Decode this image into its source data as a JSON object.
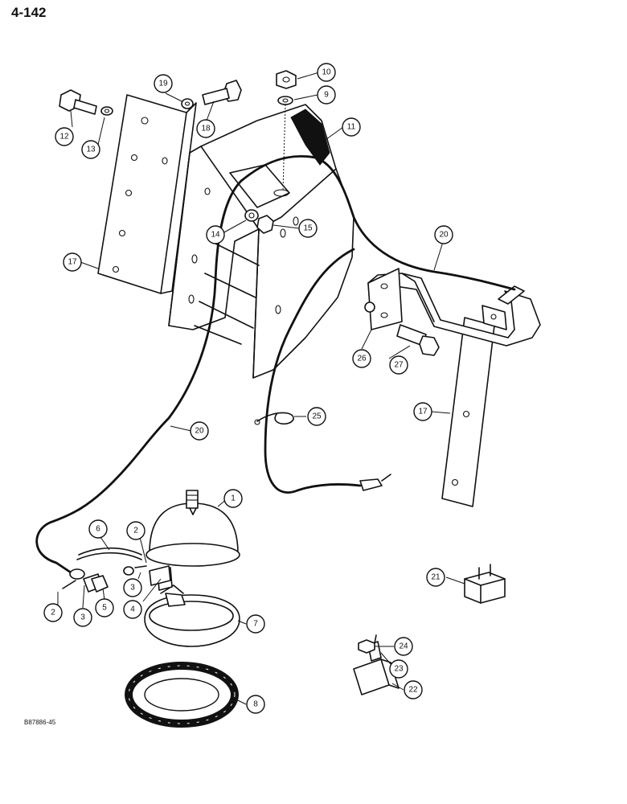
{
  "page": {
    "title": "4-142",
    "drawing_code": "B87886-45"
  },
  "callouts": [
    {
      "label": "1"
    },
    {
      "label": "2"
    },
    {
      "label": "2"
    },
    {
      "label": "3"
    },
    {
      "label": "3"
    },
    {
      "label": "4"
    },
    {
      "label": "5"
    },
    {
      "label": "6"
    },
    {
      "label": "7"
    },
    {
      "label": "8"
    },
    {
      "label": "9"
    },
    {
      "label": "10"
    },
    {
      "label": "11"
    },
    {
      "label": "12"
    },
    {
      "label": "13"
    },
    {
      "label": "14"
    },
    {
      "label": "15"
    },
    {
      "label": "17"
    },
    {
      "label": "17"
    },
    {
      "label": "18"
    },
    {
      "label": "19"
    },
    {
      "label": "20"
    },
    {
      "label": "20"
    },
    {
      "label": "21"
    },
    {
      "label": "22"
    },
    {
      "label": "23"
    },
    {
      "label": "24"
    },
    {
      "label": "25"
    },
    {
      "label": "26"
    },
    {
      "label": "27"
    }
  ]
}
